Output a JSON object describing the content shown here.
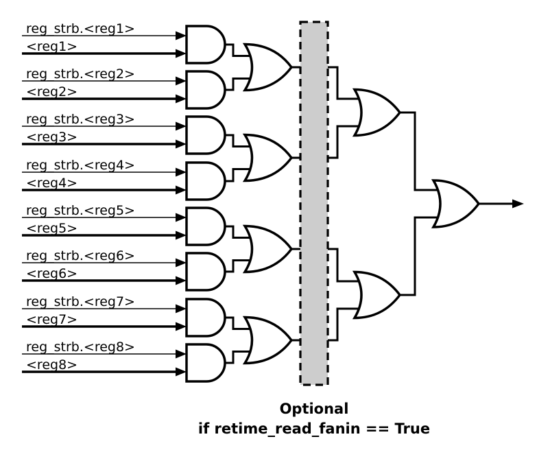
{
  "inputs": [
    {
      "strobe": "reg_strb.<reg1>",
      "reg": "<reg1>"
    },
    {
      "strobe": "reg_strb.<reg2>",
      "reg": "<reg2>"
    },
    {
      "strobe": "reg_strb.<reg3>",
      "reg": "<reg3>"
    },
    {
      "strobe": "reg_strb.<reg4>",
      "reg": "<reg4>"
    },
    {
      "strobe": "reg_strb.<reg5>",
      "reg": "<reg5>"
    },
    {
      "strobe": "reg_strb.<reg6>",
      "reg": "<reg6>"
    },
    {
      "strobe": "reg_strb.<reg7>",
      "reg": "<reg7>"
    },
    {
      "strobe": "reg_strb.<reg8>",
      "reg": "<reg8>"
    }
  ],
  "caption": {
    "line1": "Optional",
    "line2": "if retime_read_fanin == True"
  },
  "colors": {
    "line": "#000000",
    "text": "#000000",
    "gate_fill": "#ffffff",
    "optional_box_fill": "#cdcdcd",
    "background": "#ffffff"
  }
}
